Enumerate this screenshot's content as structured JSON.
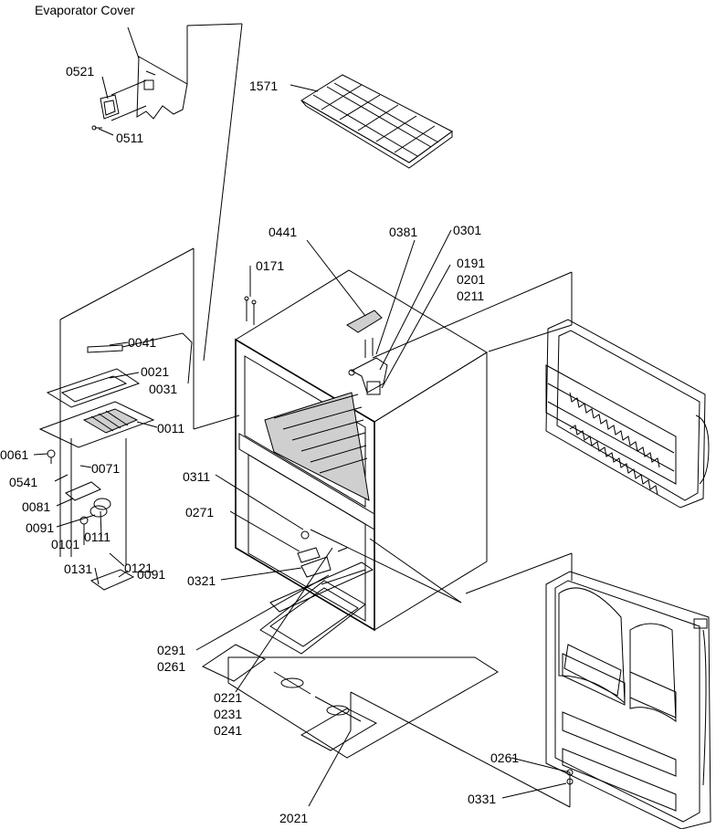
{
  "title": "Evaporator Cover",
  "parts": {
    "p0521": "0521",
    "p0511": "0511",
    "p1571": "1571",
    "p0441": "0441",
    "p0381": "0381",
    "p0301": "0301",
    "p0191": "0191",
    "p0201": "0201",
    "p0211": "0211",
    "p0171": "0171",
    "p0041": "0041",
    "p0021": "0021",
    "p0031": "0031",
    "p0011": "0011",
    "p0061": "0061",
    "p0541": "0541",
    "p0071": "0071",
    "p0081": "0081",
    "p0091a": "0091",
    "p0101": "0101",
    "p0111": "0111",
    "p0121": "0121",
    "p0131": "0131",
    "p0091b": "0091",
    "p0311": "0311",
    "p0271": "0271",
    "p0321": "0321",
    "p0291": "0291",
    "p0261a": "0261",
    "p0221": "0221",
    "p0231": "0231",
    "p0241": "0241",
    "p2021": "2021",
    "p0261b": "0261",
    "p0331": "0331"
  }
}
